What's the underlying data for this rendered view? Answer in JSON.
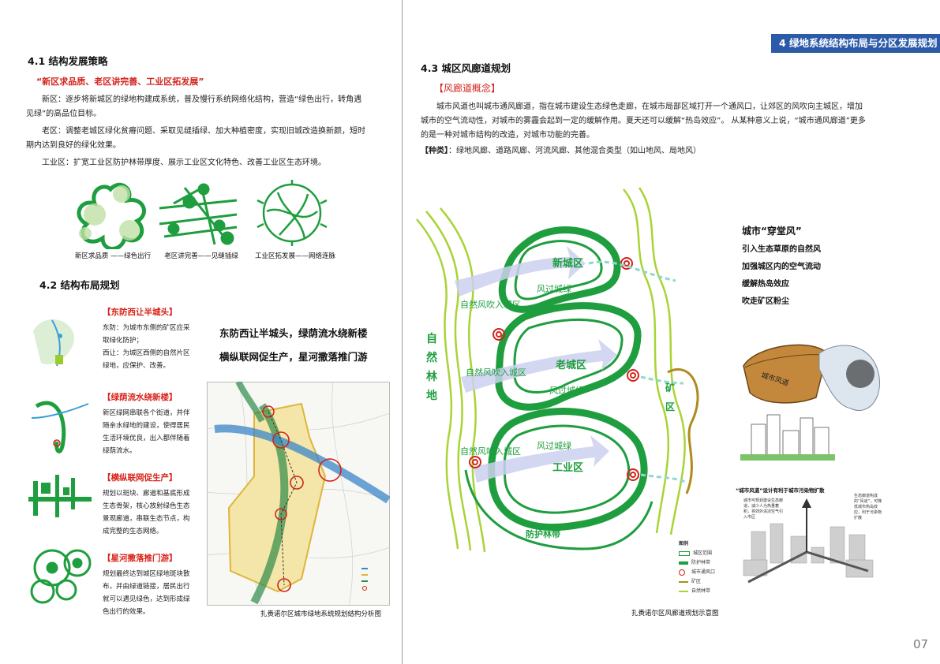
{
  "chapter_banner": "4  绿地系统结构布局与分区发展规划",
  "page_number": "07",
  "left": {
    "s41_title": "4.1  结构发展策略",
    "s41_slogan": "“新区求品质、老区讲完善、工业区拓发展”",
    "s41_p1": "新区：逐步将新城区的绿地构建成系统，普及慢行系统网络化结构，营造“绿色出行，转角遇见绿”的高品位目标。",
    "s41_p2": "老区：调整老城区绿化贫瘠问题、采取见缝插绿、加大种植密度，实现旧城改造换新颜，短时期内达到良好的绿化效果。",
    "s41_p3": "工业区：扩宽工业区防护林带厚度、展示工业区文化特色、改善工业区生态环境。",
    "diagram_captions": [
      "新区求品质 ——绿色出行",
      "老区讲完善——见缝插绿",
      "工业区拓发展——网络连脉"
    ],
    "s42_title": "4.2  结构布局规划",
    "strategies": [
      {
        "title": "【东防西让半城头】",
        "lines": [
          "东防：为城市东侧的矿区应采",
          "取绿化防护；",
          "西让：为城区西侧的自然片区",
          "绿地，应保护、改善。"
        ]
      },
      {
        "title": "【绿荫流水绕新楼】",
        "lines": [
          "新区绿网串联各个街道，并伴",
          "随亲水绿地的建设，使得居民",
          "生活环境优良，出入都伴随着",
          "绿荫流水。"
        ]
      },
      {
        "title": "【横纵联网促生产】",
        "lines": [
          "规划以斑块、廊道和基底形成",
          "生态骨架，核心放射绿色生态",
          "景观廊道，串联生态节点，构",
          "成完整的生态网络。"
        ]
      },
      {
        "title": "【星河撒落推门游】",
        "lines": [
          "规划最终达到城区绿地斑块散",
          "布，并由绿道链接，居民出行",
          "就可以遇见绿色，达到形成绿",
          "色出行的效果。"
        ]
      }
    ],
    "slogan_lines": [
      "东防西让半城头，绿荫流水绕新楼",
      "横纵联网促生产，星河撒落推门游"
    ],
    "map_caption": "扎赉诺尔区城市绿地系统规划结构分析图"
  },
  "right": {
    "s43_title": "4.3  城区风廊道规划",
    "concept_title": "【风廊道概念】",
    "concept_p1": "城市风道也叫城市通风廊道，指在城市建设生态绿色走廊，在城市局部区域打开一个通风口，让郊区的风吹向主城区，增加城市的空气流动性，对城市的雾霾会起到一定的缓解作用。夏天还可以缓解“热岛效应”。 从某种意义上说，“城市通风廊道”更多的是一种对城市结构的改造，对城市功能的完善。",
    "types_label": "【种类】",
    "types_text": "：绿地风廊、道路风廊、河流风廊、其他混合类型（如山地风、局地风）",
    "map_labels": {
      "forest": [
        "自",
        "然",
        "林",
        "地"
      ],
      "new_district": "新城区",
      "old_district": "老城区",
      "industrial": "工业区",
      "mine": [
        "矿",
        "区"
      ],
      "blow_in": "自然风吹入城区",
      "pass_green": "风过城绿",
      "shelterbelt": "防护林带"
    },
    "legend": {
      "title": "图例",
      "items": [
        "城区范围",
        "防护林带",
        "城市通风口",
        "矿区",
        "自然林带"
      ]
    },
    "map_caption": "扎赉诺尔区风廊道规划示意图",
    "benefits_title": "城市“穿堂风”",
    "benefits": [
      "引入生态草原的自然风",
      "加强城区内的空气流动",
      "缓解热岛效应",
      "吹走矿区粉尘"
    ],
    "cartoon_label": "城市风道",
    "diagram_title": "“城市风道”设计有利于城市污染物扩散",
    "diagram_note_left": "城市可规划建设生态廊道，减少人为热量蓄积，将郊外清凉空气引入市区",
    "diagram_note_right": "生态廊道构成的“风道”，可降低城市热岛效应，利于污染物扩散"
  },
  "colors": {
    "green": "#1e9e3e",
    "light_green": "#9ccc2c",
    "red": "#d2231c",
    "blue": "#2b5aa8"
  }
}
